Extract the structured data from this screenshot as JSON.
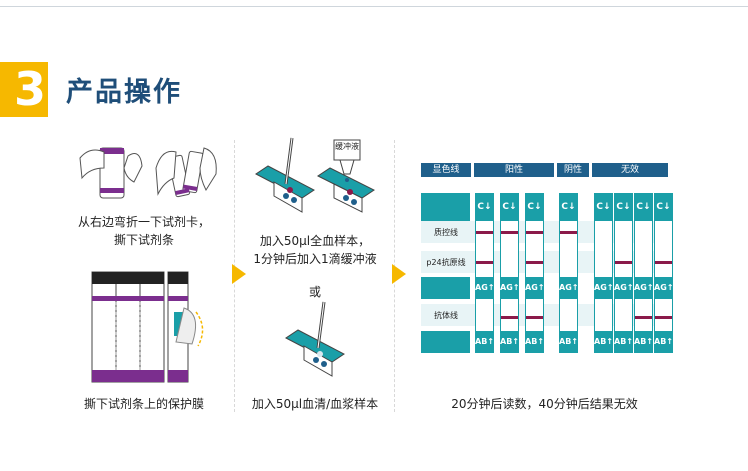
{
  "header": {
    "step_number": "3",
    "title": "产品操作"
  },
  "colors": {
    "accent": "#f6b800",
    "title": "#1f4e79",
    "teal": "#1a9fa8",
    "band": "#8b1a4a",
    "purple": "#7b2e8e"
  },
  "panel1": {
    "caption_top_line1": "从右边弯折一下试剂卡，",
    "caption_top_line2": "撕下试剂条",
    "caption_bottom": "撕下试剂条上的保护膜"
  },
  "panel2": {
    "bottle_label": "缓冲液",
    "caption_top_line1": "加入50μl全血样本，",
    "caption_top_line2": "1分钟后加入1滴缓冲液",
    "or_text": "或",
    "caption_bottom": "加入50μl血清/血浆样本"
  },
  "results": {
    "headers": {
      "label_col": "显色线",
      "positive": "阳性",
      "negative": "阴性",
      "invalid": "无效"
    },
    "row_labels": {
      "control": "质控线",
      "p24": "p24抗原线",
      "antibody": "抗体线"
    },
    "strip_c": "C↓",
    "strip_ag": "AG↑",
    "strip_ab": "AB↑",
    "strips": [
      {
        "c": true,
        "p24": true,
        "ab": false
      },
      {
        "c": true,
        "p24": false,
        "ab": true
      },
      {
        "c": true,
        "p24": true,
        "ab": true
      },
      {
        "c": true,
        "p24": false,
        "ab": false
      },
      {
        "c": false,
        "p24": false,
        "ab": false
      },
      {
        "c": false,
        "p24": true,
        "ab": false
      },
      {
        "c": false,
        "p24": false,
        "ab": true
      },
      {
        "c": false,
        "p24": true,
        "ab": true
      }
    ],
    "caption": "20分钟后读数，40分钟后结果无效"
  }
}
